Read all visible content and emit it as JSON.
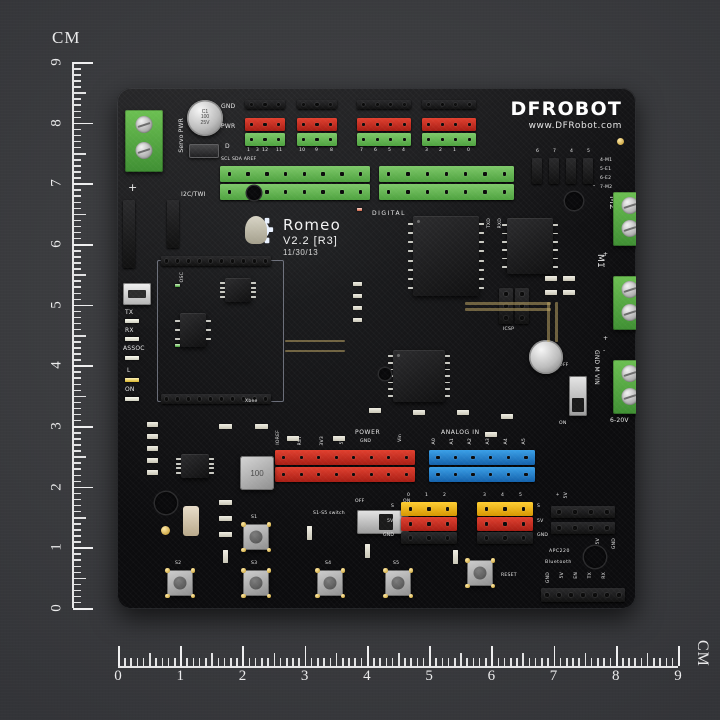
{
  "scene": {
    "subject": "DFRobot Romeo V2.2 Arduino robot control board photographed on a measuring grid",
    "background_color": "#3a3b3d",
    "pcb_color": "#141416"
  },
  "rulers": {
    "unit_label": "CM",
    "vertical": {
      "unit_label": "CM",
      "ticks": [
        0,
        1,
        2,
        3,
        4,
        5,
        6,
        7,
        8,
        9
      ],
      "orientation": "bottom-to-top"
    },
    "horizontal": {
      "unit_label": "CM",
      "ticks": [
        0,
        1,
        2,
        3,
        4,
        5,
        6,
        7,
        8,
        9
      ],
      "orientation": "left-to-right"
    }
  },
  "board": {
    "brand": "DFROBOT",
    "url": "www.DFRobot.com",
    "name": "Romeo",
    "version": "V2.2  [R3]",
    "date_code": "11/30/13",
    "logo_icon": "gear-robot-icon"
  },
  "silkscreen": {
    "power_in": {
      "servo_pwr": "Servo PWR",
      "i2c": "I2C/TWI",
      "plus": "+",
      "minus": "-"
    },
    "digital_top": {
      "gnd": "GND",
      "pwr": "PWR",
      "d": "D",
      "aref_row": "SCL SDA AREF",
      "digital_label": "DIGITAL",
      "pins_left": [
        "13",
        "12",
        "11",
        "10",
        "9",
        "8"
      ],
      "pins_right": [
        "7",
        "6",
        "5",
        "4",
        "3",
        "2",
        "1",
        "0"
      ]
    },
    "jumpers": {
      "numbers": [
        "6",
        "7",
        "4",
        "5"
      ],
      "map": [
        "4-M1",
        "5-E1",
        "6-E2",
        "7-M2"
      ]
    },
    "motor_terminals": {
      "m2": "M2",
      "m1": "M1",
      "power": "GND M VIN",
      "voltage": "6-20V",
      "switch_on": "ON",
      "switch_off": "OFF",
      "plus": "+",
      "minus": "-"
    },
    "power_header": {
      "title": "POWER",
      "labels": [
        "IOREF",
        "RST",
        "3V3",
        "5V",
        "GND",
        "GND",
        "Vin"
      ]
    },
    "analog_header": {
      "title": "ANALOG IN",
      "labels": [
        "A0",
        "A1",
        "A2",
        "A3",
        "A4",
        "A5"
      ]
    },
    "status_leds": [
      "TX",
      "RX",
      "ASSOC",
      "L",
      "ON"
    ],
    "buttons": [
      "S1",
      "S2",
      "S3",
      "S4",
      "S5",
      "RESET"
    ],
    "button_switch": {
      "label": "S1-S5 switch",
      "off": "OFF",
      "on": "ON"
    },
    "servo_headers": {
      "group_a": [
        "0",
        "1",
        "2"
      ],
      "group_b": [
        "3",
        "4",
        "5"
      ],
      "rows": [
        "S",
        "5V",
        "GND"
      ]
    },
    "wireless_header": {
      "title_line1": "APC220",
      "title_line2": "Bluetooth",
      "pins": [
        "GND",
        "5V",
        "EN",
        "TX",
        "RX"
      ]
    },
    "aux_header": {
      "labels": [
        "+",
        "5V",
        "GND"
      ]
    },
    "misc": {
      "icsp": "ICSP",
      "xbee": "Xbee",
      "osc": "OSC",
      "txd": "TXD",
      "rxd": "RXD",
      "cap_c1": "C1",
      "cap_val": "100",
      "cap_volt": "25V",
      "inductor": "100"
    }
  }
}
